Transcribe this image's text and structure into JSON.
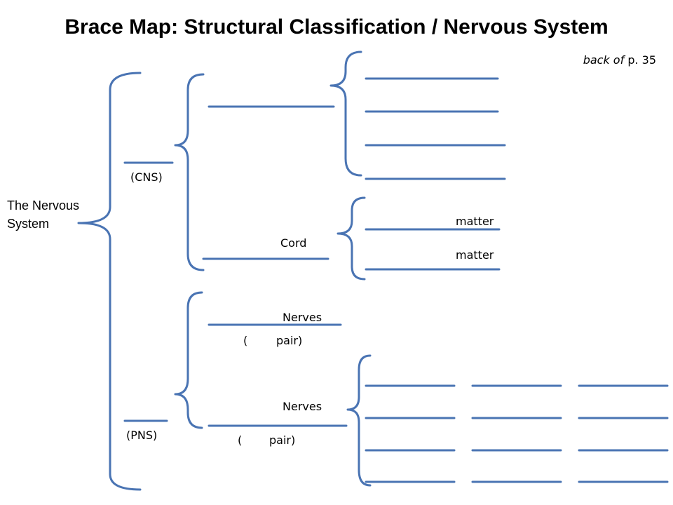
{
  "title": "Brace Map: Structural Classification / Nervous System",
  "page_ref": {
    "emphasis": "back of",
    "rest": "p. 35"
  },
  "root_label": "The Nervous System",
  "cns": {
    "label": "(CNS)",
    "cord_label": "Cord",
    "brain_parts_blanks": 4,
    "matter_labels": [
      "matter",
      "matter"
    ]
  },
  "pns": {
    "label": "(PNS)",
    "cranial": {
      "nerves_label": "Nerves",
      "pair_open": "(",
      "pair_close": "pair)"
    },
    "spinal": {
      "nerves_label": "Nerves",
      "pair_open": "(",
      "pair_close": "pair)"
    },
    "spinal_blank_rows": 4,
    "spinal_blank_cols": 3
  },
  "colors": {
    "line": "#4a74b3",
    "text": "#000000"
  }
}
